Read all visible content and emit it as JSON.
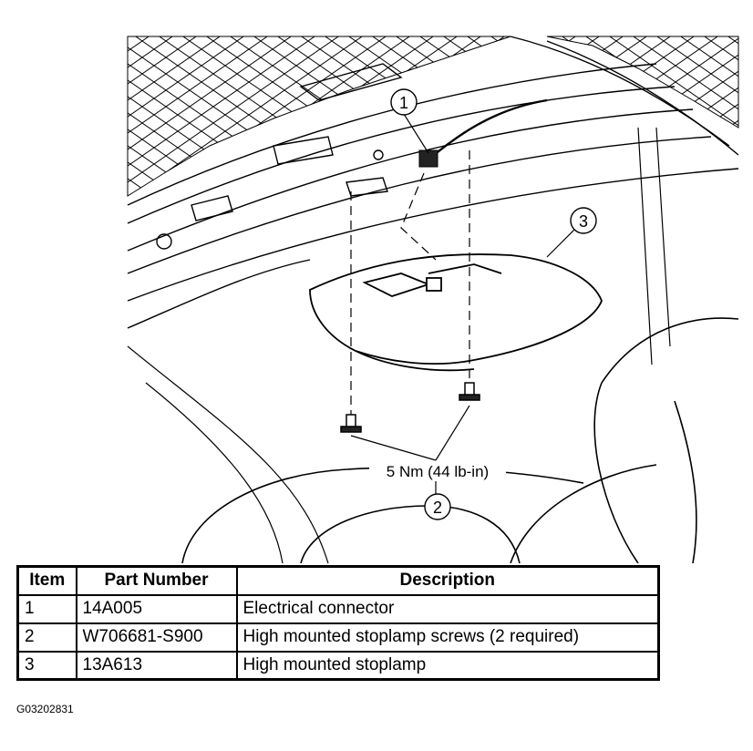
{
  "callouts": [
    {
      "number": "1"
    },
    {
      "number": "2"
    },
    {
      "number": "3"
    }
  ],
  "torque_label": "5 Nm (44 lb-in)",
  "table": {
    "headers": [
      "Item",
      "Part Number",
      "Description"
    ],
    "rows": [
      {
        "item": "1",
        "part_number": "14A005",
        "description": "Electrical connector"
      },
      {
        "item": "2",
        "part_number": "W706681-S900",
        "description": "High mounted stoplamp screws (2 required)"
      },
      {
        "item": "3",
        "part_number": "13A613",
        "description": "High mounted stoplamp"
      }
    ]
  },
  "figure_code": "G03202831"
}
